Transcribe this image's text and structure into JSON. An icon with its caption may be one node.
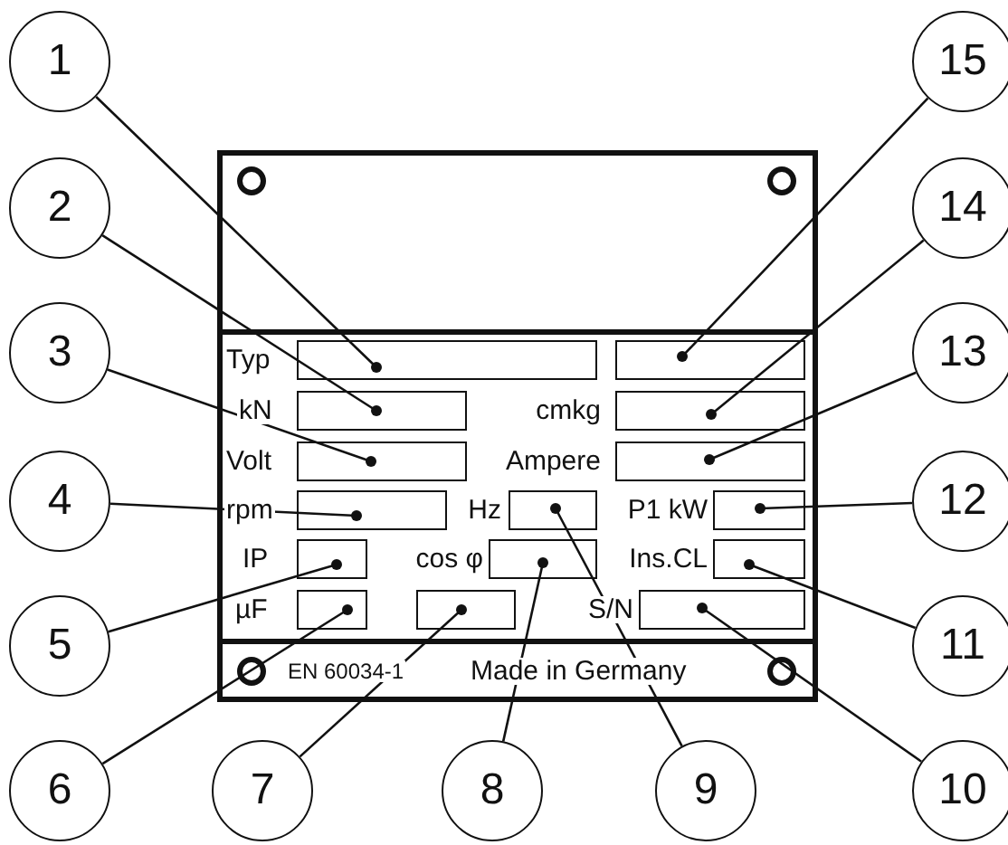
{
  "diagram": {
    "nodes": [
      {
        "text": [],
        "shape": "box"
      },
      {
        "text": [],
        "shape": "box",
        "in": 0
      },
      {
        "text": [],
        "shape": "box",
        "in": 0
      },
      {
        "text": [],
        "shape": "box",
        "in": 0
      },
      {
        "text": [],
        "shape": "box",
        "in": 0
      },
      {
        "text": [],
        "shape": "box",
        "in": 0
      },
      {
        "text": [],
        "shape": "box",
        "in": 0
      },
      {
        "text": [],
        "shape": "box",
        "in": 0
      },
      {
        "text": [],
        "shape": "box",
        "in": 0
      },
      {
        "text": [],
        "shape": "box",
        "in": 0
      },
      {
        "text": [],
        "shape": "box",
        "in": 0
      },
      {
        "text": [],
        "shape": "box",
        "in": 0
      },
      {
        "text": [],
        "shape": "box",
        "in": 0
      },
      {
        "text": [],
        "shape": "box",
        "in": 0
      },
      {
        "text": [],
        "shape": "box",
        "in": 0
      },
      {
        "text": [],
        "shape": "box",
        "in": 0
      },
      {
        "text": [
          "1"
        ]
      },
      {
        "text": [
          "2"
        ]
      },
      {
        "text": [
          "3"
        ]
      },
      {
        "text": [
          "4"
        ]
      },
      {
        "text": [
          "5"
        ]
      },
      {
        "text": [
          "6"
        ]
      },
      {
        "text": [
          "7"
        ]
      },
      {
        "text": [
          "8"
        ]
      },
      {
        "text": [
          "9"
        ]
      },
      {
        "text": [
          "10"
        ]
      },
      {
        "text": [
          "11"
        ]
      },
      {
        "text": [
          "12"
        ]
      },
      {
        "text": [
          "13"
        ]
      },
      {
        "text": [
          "14"
        ]
      },
      {
        "text": [
          "15"
        ]
      }
    ],
    "edges": [
      {
        "from": 16,
        "to": 1,
        "arrow": "other"
      },
      {
        "from": 17,
        "to": 2,
        "arrow": "other"
      },
      {
        "from": 18,
        "to": 3,
        "arrow": "other"
      },
      {
        "from": 19,
        "to": 4,
        "arrow": "other"
      },
      {
        "from": 20,
        "to": 5,
        "arrow": "other"
      },
      {
        "from": 21,
        "to": 6,
        "arrow": "other"
      },
      {
        "from": 22,
        "to": 7,
        "arrow": "other"
      },
      {
        "from": 23,
        "to": 8,
        "arrow": "other"
      },
      {
        "from": 24,
        "to": 9,
        "arrow": "other"
      },
      {
        "from": 25,
        "to": 10,
        "arrow": "other"
      },
      {
        "from": 26,
        "to": 11,
        "arrow": "other"
      },
      {
        "from": 27,
        "to": 12,
        "arrow": "other"
      },
      {
        "from": 28,
        "to": 13,
        "arrow": "other"
      },
      {
        "from": 29,
        "to": 14,
        "arrow": "other"
      },
      {
        "from": 30,
        "to": 15,
        "arrow": "other"
      }
    ],
    "labels": [
      "Typ",
      "kN",
      "cmkg",
      "Volt",
      "Ampere",
      "rpm",
      "Hz",
      "P1 kW",
      "IP",
      "cos φ",
      "Ins.CL",
      "µF",
      "S/N",
      "EN 60034-1",
      "Made in Germany"
    ]
  }
}
